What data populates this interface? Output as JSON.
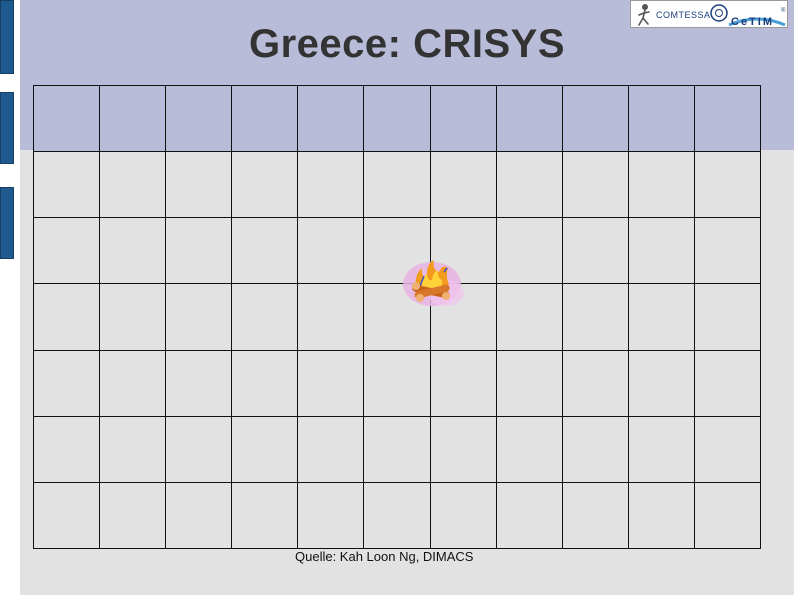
{
  "slide": {
    "title": "Greece: CRISYS",
    "caption": "Quelle: Kah Loon Ng, DIMACS"
  },
  "logos": {
    "left_text": "COMTESSA",
    "right_text": "CeTIM",
    "right_superscript": "®"
  },
  "grid": {
    "columns": 11,
    "rows": 7,
    "header_rows": 1
  },
  "icons": {
    "marker": "campfire-icon",
    "logo_left_emblem": "running-figure-icon",
    "logo_right_emblem": "circular-seal-icon"
  },
  "colors": {
    "header_band": "#b8bcd8",
    "body_background": "#e2e2e2",
    "side_bars": "#1f5a8e",
    "title_text": "#333333"
  }
}
